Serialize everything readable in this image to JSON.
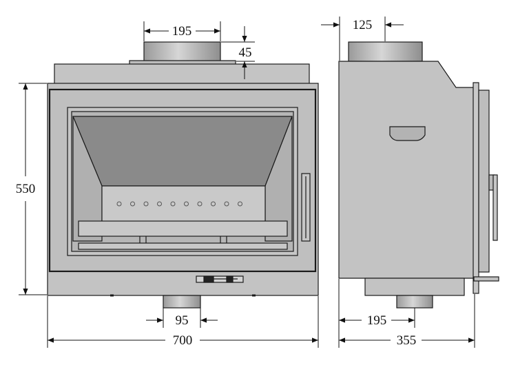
{
  "dimensions": {
    "top_flue_width": "195",
    "top_flue_height": "45",
    "side_flue_width": "125",
    "front_height": "550",
    "bottom_inlet_width": "95",
    "front_width": "700",
    "side_bottom_inlet": "195",
    "side_depth": "355"
  },
  "colors": {
    "background": "#ffffff",
    "body": "#c0c0c0",
    "outline": "#1a1a1a",
    "dark_panel": "#8a8a8a",
    "firebox_wall": "#b4b4b4",
    "dimension_line": "#111111"
  }
}
